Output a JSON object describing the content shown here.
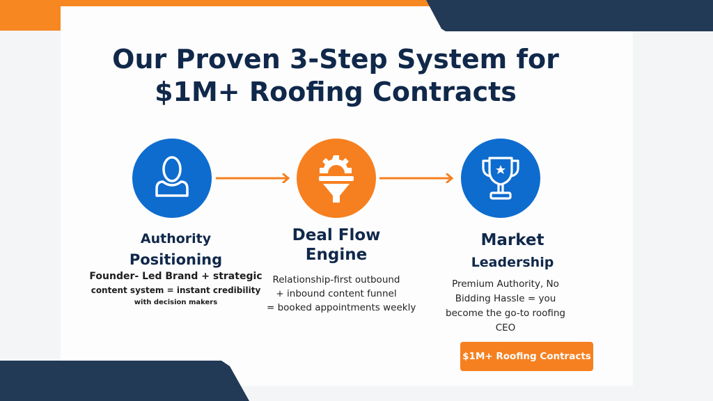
{
  "title_line1": "Our Proven 3-Step System for",
  "title_line2": "$1M+ Roofing Contracts",
  "steps": [
    {
      "icon": "user-icon",
      "title1": "Authority",
      "title2": "Positioning",
      "desc": [
        "Founder- Led Brand + strategic",
        "content system = instant credibility",
        "with decision makers"
      ]
    },
    {
      "icon": "gear-funnel-icon",
      "title1": "Deal Flow",
      "title2": "Engine",
      "desc": [
        "Relationship-first outbound",
        "+ inbound content funnel",
        "= booked appointments weekly"
      ]
    },
    {
      "icon": "trophy-icon",
      "title1": "Market",
      "title2": "Leadership",
      "desc": [
        "Premium Authority, No",
        "Bidding Hassle = you",
        "become the go-to roofing",
        "CEO"
      ]
    }
  ],
  "cta_label": "$1M+ Roofing Contracts",
  "colors": {
    "navy": "#223a56",
    "orange": "#f68721",
    "blue": "#0e6ccf",
    "title": "#10284a"
  }
}
